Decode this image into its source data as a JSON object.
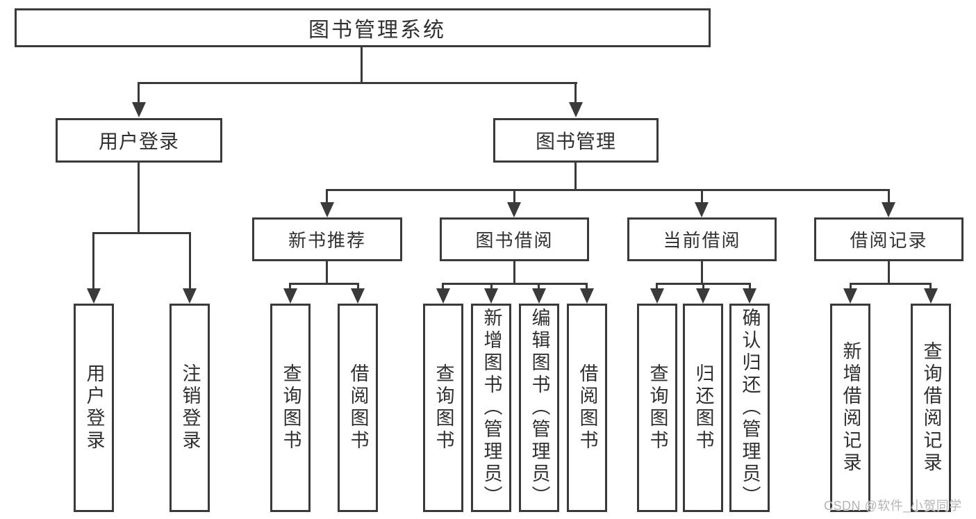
{
  "title": "图书管理系统",
  "tree": {
    "user_login": {
      "label": "用户登录",
      "children": [
        "用户登录",
        "注销登录"
      ]
    },
    "book_mgmt": {
      "label": "图书管理",
      "children": {
        "new_books": {
          "label": "新书推荐",
          "children": [
            "查询图书",
            "借阅图书"
          ]
        },
        "book_borrow": {
          "label": "图书借阅",
          "children": [
            "查询图书",
            "新增图书（管理员）",
            "编辑图书（管理员）",
            "借阅图书"
          ]
        },
        "current_borrow": {
          "label": "当前借阅",
          "children": [
            "查询图书",
            "归还图书",
            "确认归还（管理员）"
          ]
        },
        "borrow_records": {
          "label": "借阅记录",
          "children": [
            "新增借阅记录",
            "查询借阅记录"
          ]
        }
      }
    }
  },
  "watermark": "CSDN @软件_小贺同学",
  "colors": {
    "line": "#3a3a3a",
    "text": "#303030",
    "watermark": "#b4b4b4",
    "background": "#ffffff"
  }
}
